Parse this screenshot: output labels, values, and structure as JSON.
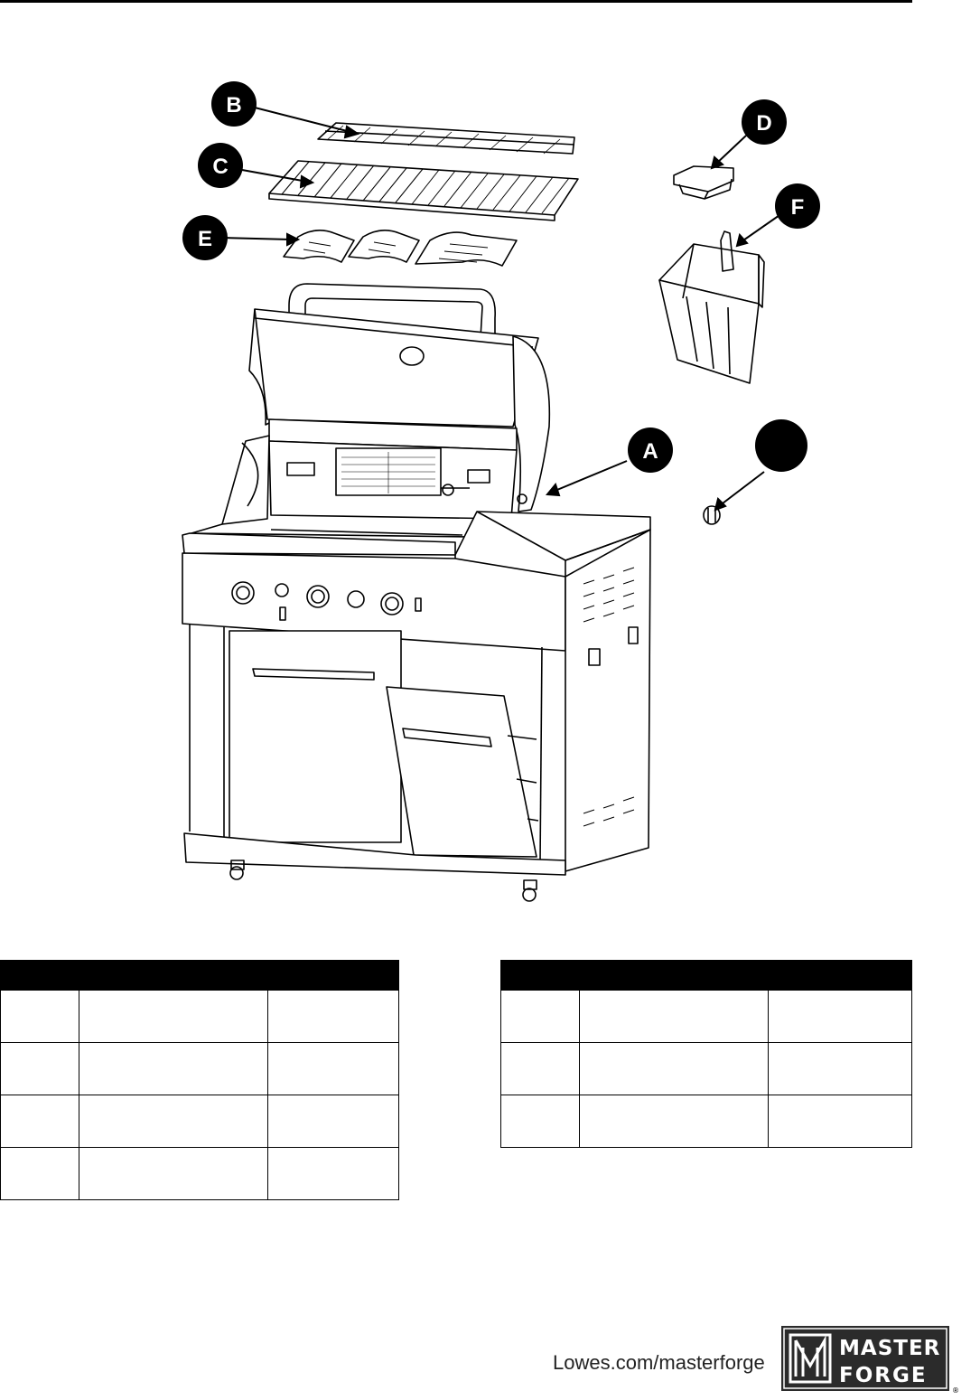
{
  "diagram": {
    "callouts": [
      "B",
      "C",
      "E",
      "D",
      "F",
      "A",
      ""
    ]
  },
  "parts_table_left": {
    "headers": [
      "",
      "",
      ""
    ],
    "rows": [
      [
        "",
        "",
        ""
      ],
      [
        "",
        "",
        ""
      ],
      [
        "",
        "",
        ""
      ],
      [
        "",
        "",
        ""
      ]
    ]
  },
  "parts_table_right": {
    "headers": [
      "",
      "",
      ""
    ],
    "rows": [
      [
        "",
        "",
        ""
      ],
      [
        "",
        "",
        ""
      ],
      [
        "",
        "",
        ""
      ]
    ]
  },
  "footer": {
    "url": "Lowes.com/masterforge",
    "logo_text_top": "MASTER",
    "logo_text_bottom": "FORGE",
    "registered_mark": "®"
  },
  "colors": {
    "ink": "#000000",
    "logo_bg": "#2b2b2b",
    "paper": "#ffffff"
  }
}
